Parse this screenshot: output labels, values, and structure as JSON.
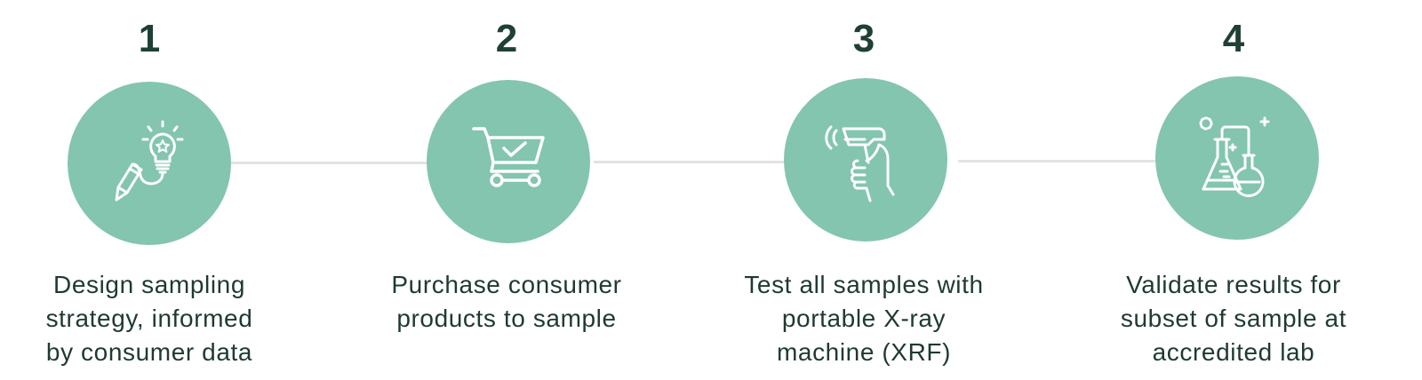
{
  "steps": [
    {
      "number": "1",
      "icon": "pencil-lightbulb-icon",
      "text": "Design sampling\nstrategy, informed\nby consumer data"
    },
    {
      "number": "2",
      "icon": "shopping-cart-check-icon",
      "text": "Purchase consumer\nproducts to sample"
    },
    {
      "number": "3",
      "icon": "xrf-scanner-icon",
      "text": "Test all samples with\nportable X-ray\nmachine (XRF)"
    },
    {
      "number": "4",
      "icon": "lab-flasks-icon",
      "text": "Validate results for\nsubset of sample at\naccredited lab"
    }
  ],
  "colors": {
    "circle": "#83c5ae",
    "number": "#1f4034",
    "text": "#1f3a30",
    "connector": "#e3e3e3",
    "icon_stroke": "#ffffff"
  }
}
